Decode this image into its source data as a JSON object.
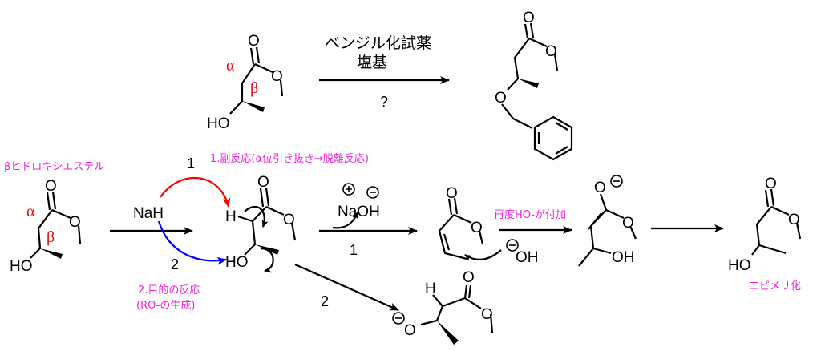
{
  "colors": {
    "note": "#ee22dd",
    "greek": "#e01010",
    "path1_arrow": "#ff0000",
    "path2_arrow": "#0000ff"
  },
  "top_reaction": {
    "reagent_line1": "ベンジル化試薬",
    "reagent_line2": "塩基",
    "question": "?",
    "start": {
      "alpha": "α",
      "beta": "β",
      "carbonyl_o": "O",
      "ester_o": "O",
      "hydroxyl": "HO"
    },
    "product": {
      "carbonyl_o": "O",
      "ester_o": "O",
      "ether_o": "O"
    }
  },
  "mechanism": {
    "title": "βヒドロキシエステル",
    "start": {
      "alpha": "α",
      "beta": "β",
      "carbonyl_o": "O",
      "ester_o": "O",
      "hydroxyl": "HO"
    },
    "base": "NaH",
    "path1_number": "1",
    "path2_number": "2",
    "note_path1": "1.副反応(α位引き抜き→脱離反応)",
    "note_path2_line1": "2.目的の反応",
    "note_path2_line2": "(RO-の生成)",
    "intermediate": {
      "h": "H",
      "carbonyl_o": "O",
      "ester_o": "O",
      "hydroxyl": "HO"
    },
    "reagent_naoh": "NaOH",
    "arrow1_label": "1",
    "arrow2_label": "2",
    "alkoxide_product": {
      "h": "H",
      "carbonyl_o": "O",
      "ester_o": "O",
      "alkoxide_o": "O"
    },
    "unsaturated_ester": {
      "carbonyl_o": "O",
      "ester_o": "O",
      "hydroxide": "OH"
    },
    "note_readdition": "再度HO-が付加",
    "enolate": {
      "enolate_o": "O",
      "ester_o": "O",
      "hydroxyl": "OH"
    },
    "final": {
      "carbonyl_o": "O",
      "ester_o": "O",
      "hydroxyl": "HO"
    },
    "note_final": "エピメリ化"
  }
}
